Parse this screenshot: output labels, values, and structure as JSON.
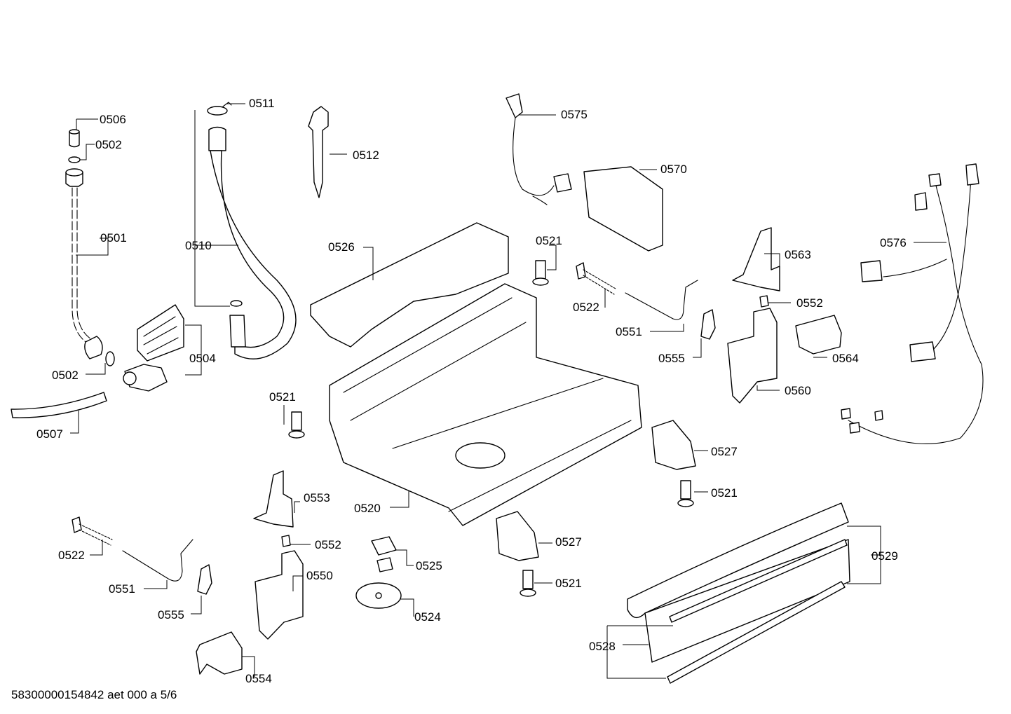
{
  "labels": {
    "p0506": "0506",
    "p0502a": "0502",
    "p0501": "0501",
    "p0502b": "0502",
    "p0507": "0507",
    "p0504": "0504",
    "p0511": "0511",
    "p0510": "0510",
    "p0512": "0512",
    "p0526": "0526",
    "p0575": "0575",
    "p0570": "0570",
    "p0521a": "0521",
    "p0522a": "0522",
    "p0551a": "0551",
    "p0555a": "0555",
    "p0563": "0563",
    "p0552a": "0552",
    "p0564": "0564",
    "p0560": "0560",
    "p0576": "0576",
    "p0521b": "0521",
    "p0527a": "0527",
    "p0521c": "0521",
    "p0520": "0520",
    "p0553": "0553",
    "p0552b": "0552",
    "p0522b": "0522",
    "p0551b": "0551",
    "p0555b": "0555",
    "p0550": "0550",
    "p0554": "0554",
    "p0525": "0525",
    "p0524": "0524",
    "p0527b": "0527",
    "p0521d": "0521",
    "p0529": "0529",
    "p0528": "0528"
  },
  "footer": "58300000154842 aet 000 a 5/6"
}
